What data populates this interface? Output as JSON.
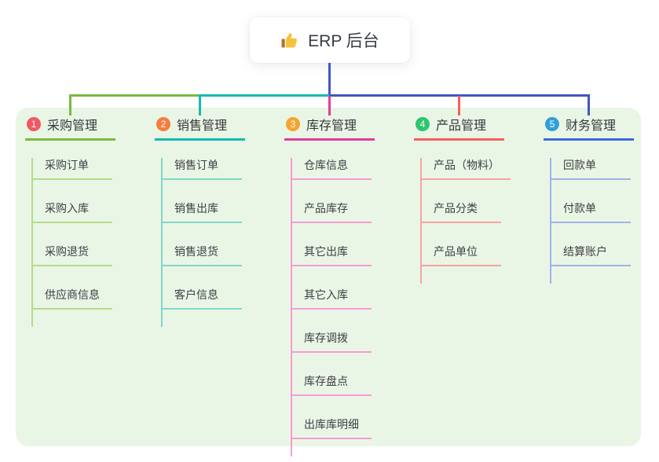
{
  "canvas": {
    "background": "#ffffff",
    "panel_color": "#eaf6e5"
  },
  "root": {
    "title": "ERP 后台",
    "icon": "thumbs-up-icon",
    "icon_color": "#f5c33b",
    "icon_cuff_color": "#b5722e"
  },
  "connectors": {
    "trunk_color": "#4255c5"
  },
  "branches": [
    {
      "number": "1",
      "label": "采购管理",
      "badge_color": "#ef5966",
      "accent": "#7cb93f",
      "child_line_color": "#b5db8b",
      "children": [
        "采购订单",
        "采购入库",
        "采购退货",
        "供应商信息"
      ]
    },
    {
      "number": "2",
      "label": "销售管理",
      "badge_color": "#f57d3e",
      "accent": "#13bcb1",
      "child_line_color": "#7fd7cd",
      "children": [
        "销售订单",
        "销售出库",
        "销售退货",
        "客户信息"
      ]
    },
    {
      "number": "3",
      "label": "库存管理",
      "badge_color": "#f5a52f",
      "accent": "#e13c9e",
      "child_line_color": "#f49cd4",
      "children": [
        "仓库信息",
        "产品库存",
        "其它出库",
        "其它入库",
        "库存调拨",
        "库存盘点",
        "出库库明细"
      ]
    },
    {
      "number": "4",
      "label": "产品管理",
      "badge_color": "#2fc56d",
      "accent": "#f75f5f",
      "child_line_color": "#f9a3a0",
      "children": [
        "产品（物料）",
        "产品分类",
        "产品单位"
      ]
    },
    {
      "number": "5",
      "label": "财务管理",
      "badge_color": "#329fd9",
      "accent": "#3e68e0",
      "child_line_color": "#9fb3ea",
      "children": [
        "回款单",
        "付款单",
        "结算账户"
      ]
    }
  ]
}
